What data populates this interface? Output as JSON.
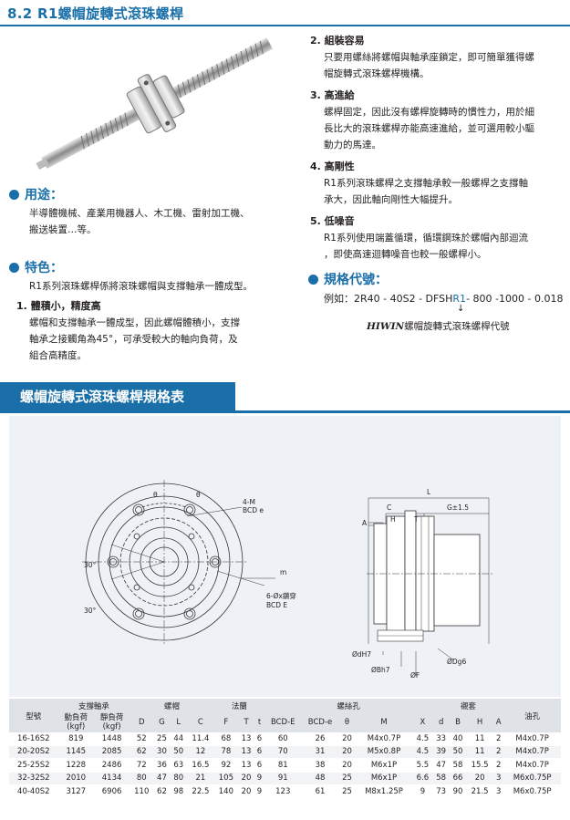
{
  "header": {
    "title": "8.2 R1螺帽旋轉式滾珠螺桿"
  },
  "usage": {
    "heading": "用途：",
    "lines": [
      "半導體機械、產業用機器人、木工機、雷射加工機、",
      "搬送裝置…等。"
    ]
  },
  "features": {
    "heading": "特色：",
    "intro": "R1系列滾珠螺桿係將滾珠螺帽與支撐軸承一體成型。",
    "item1_title": "1. 體積小，精度高",
    "item1_lines": [
      "螺帽和支撐軸承一體成型，因此螺帽體積小，支撐",
      "軸承之接觸角為45°，可承受較大的軸向負荷，及",
      "組合高精度。"
    ]
  },
  "right_items": [
    {
      "title": "2. 組裝容易",
      "lines": [
        "只要用螺絲將螺帽與軸承座鎖定，即可簡單獲得螺",
        "帽旋轉式滾珠螺桿機構。"
      ]
    },
    {
      "title": "3. 高進給",
      "lines": [
        "螺桿固定，因此沒有螺桿旋轉時的慣性力，用於細",
        "長比大的滾珠螺桿亦能高速進給，並可選用較小驅",
        "動力的馬達。"
      ]
    },
    {
      "title": "4. 高剛性",
      "lines": [
        "R1系列滾珠螺桿之支撐軸承較一般螺桿之支撐軸",
        "承大，因此軸向剛性大幅提升。"
      ]
    },
    {
      "title": "5. 低噪音",
      "lines": [
        "R1系列使用端蓋循環，循環鋼珠於螺帽內部迴流",
        "，即使高速迴轉噪音也較一般螺桿小。"
      ]
    }
  ],
  "spec_code": {
    "heading": "規格代號：",
    "example_prefix": "例如：2R40 - 40S2 - DFSH",
    "example_highlight": "R1",
    "example_suffix": "- 800 -1000 - 0.018",
    "arrow": "↓",
    "brand": "HIWIN",
    "caption": "螺帽旋轉式滾珠螺桿代號",
    "highlight_color": "#1a6fa8"
  },
  "section_banner": "螺帽旋轉式滾珠螺桿規格表",
  "drawing_labels": {
    "theta1": "θ",
    "theta2": "θ",
    "m4": "4-M",
    "bcd_e_small": "BCD e",
    "m": "m",
    "holes": "6-Øx鑽穿",
    "bcd_E": "BCD E",
    "angle1": "30°",
    "angle2": "30°",
    "L": "L",
    "C": "C",
    "G": "G±1.5",
    "H": "H",
    "T": "T",
    "A": "A",
    "dH7": "ØdH7",
    "Bh7": "ØBh7",
    "F": "ØF",
    "Dg6": "ØDg6"
  },
  "table": {
    "group_headers": [
      "型號",
      "支撐軸承",
      "螺帽",
      "法蘭",
      "螺絲孔",
      "襯套",
      "油孔"
    ],
    "sub_headers": [
      "動負荷\n(kgf)",
      "靜負荷\n(kgf)",
      "D",
      "G",
      "L",
      "C",
      "F",
      "T",
      "t",
      "BCD-E",
      "BCD-e",
      "θ",
      "M",
      "X",
      "d",
      "B",
      "H",
      "A"
    ],
    "rows": [
      [
        "16-16S2",
        "819",
        "1448",
        "52",
        "25",
        "44",
        "11.4",
        "68",
        "13",
        "6",
        "60",
        "26",
        "20",
        "M4x0.7P",
        "4.5",
        "33",
        "40",
        "11",
        "2",
        "M4x0.7P"
      ],
      [
        "20-20S2",
        "1145",
        "2085",
        "62",
        "30",
        "50",
        "12",
        "78",
        "13",
        "6",
        "70",
        "31",
        "20",
        "M5x0.8P",
        "4.5",
        "39",
        "50",
        "11",
        "2",
        "M4x0.7P"
      ],
      [
        "25-25S2",
        "1228",
        "2486",
        "72",
        "36",
        "63",
        "16.5",
        "92",
        "13",
        "6",
        "81",
        "38",
        "20",
        "M6x1P",
        "5.5",
        "47",
        "58",
        "15.5",
        "2",
        "M4x0.7P"
      ],
      [
        "32-32S2",
        "2010",
        "4134",
        "80",
        "47",
        "80",
        "21",
        "105",
        "20",
        "9",
        "91",
        "48",
        "25",
        "M6x1P",
        "6.6",
        "58",
        "66",
        "20",
        "3",
        "M6x0.75P"
      ],
      [
        "40-40S2",
        "3127",
        "6906",
        "110",
        "62",
        "98",
        "22.5",
        "140",
        "20",
        "9",
        "123",
        "61",
        "25",
        "M8x1.25P",
        "9",
        "73",
        "90",
        "21.5",
        "3",
        "M6x0.75P"
      ]
    ]
  }
}
